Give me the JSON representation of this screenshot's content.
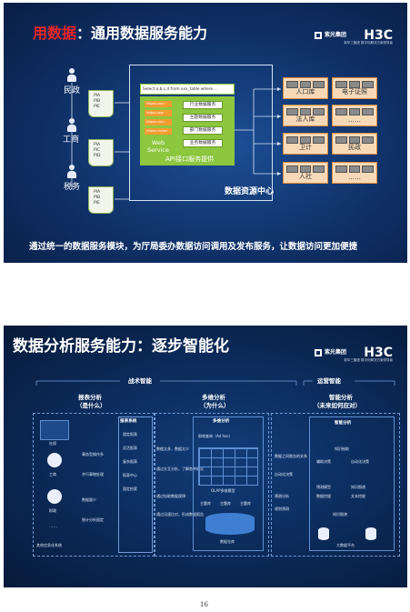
{
  "slide1": {
    "title_red": "用数据",
    "title_white": "：通用数据服务能力",
    "brand_cn": "紫光集团",
    "brand_logo": "H3C",
    "brand_sub": "新华三集团 数字化解决方案领导者",
    "sources": [
      {
        "label": "民政",
        "items": [
          "PIA",
          "PIB",
          "PIE"
        ]
      },
      {
        "label": "工商",
        "items": [
          "PIA",
          "PIC",
          "PID"
        ]
      },
      {
        "label": "税务",
        "items": [
          "PIA",
          "PIB",
          "PIE"
        ]
      }
    ],
    "sql": "Select a,b,c,d from xxx_table where ...",
    "orange_items": [
      "httpsx.com",
      "httpsx.app",
      "httpsx.com",
      "httpsx.cssme"
    ],
    "services": [
      "行业数据服务",
      "主题数据服务",
      "部门数据服务",
      "业务数据服务"
    ],
    "web_service": "Web Service",
    "api_label": "API接口服务提供",
    "center_caption": "数据资源中心",
    "resources": [
      "人口库",
      "电子证照",
      "法人库",
      "……",
      "卫计",
      "民政",
      "人社",
      "……"
    ],
    "bottom_text": "通过统一的数据服务模块，为厅局委办数据访问调用及发布服务，让数据访问更加便捷"
  },
  "slide2": {
    "title": "数据分析服务能力：逐步智能化",
    "brand_cn": "紫光集团",
    "brand_logo": "H3C",
    "brand_sub": "新华三集团 数字化解决方案领导者",
    "sections": [
      "战术智能",
      "运营智能"
    ],
    "columns": [
      {
        "title": "报表分析",
        "subtitle": "（是什么）"
      },
      {
        "title": "多维分析",
        "subtitle": "（为什么）"
      },
      {
        "title": "智能分析",
        "subtitle": "（未来如何应对）"
      }
    ],
    "left_icons": [
      "社保",
      "工商",
      "财政",
      "……",
      "其他信息化系统"
    ],
    "left_notes": [
      "事务型操作多",
      "并行事物处理",
      "数据量少",
      "统计分析固定"
    ],
    "report_system": "报表系统",
    "report_items": [
      "固定报表",
      "灵活报表",
      "复杂报表",
      "报表中心",
      "固定检索"
    ],
    "mid_notes": [
      "数据太多，数据太少",
      "通过交互分析，了解各种情况",
      "通过钻取数据规律",
      "通过迅速比对，形成数据报告"
    ],
    "multi_analysis": "多维分析",
    "ad_hoc": "即席查询（Ad hoc）",
    "olap": "OLAP多维模型",
    "cubes": [
      "主题库",
      "主题库",
      "主题库"
    ],
    "warehouse": "数据仓库",
    "right_notes": [
      "数据之间隐含的关系",
      "自动化决策",
      "预测分析",
      "规则预测"
    ],
    "smart": "智能分析",
    "smart_items": [
      "知识抽取",
      "辅助决策",
      "自动化决策",
      "预测模型",
      "数据挖掘",
      "知识图谱",
      "文本挖掘",
      "知识图谱"
    ],
    "big_data": "大数据平台"
  },
  "page_number": "16"
}
